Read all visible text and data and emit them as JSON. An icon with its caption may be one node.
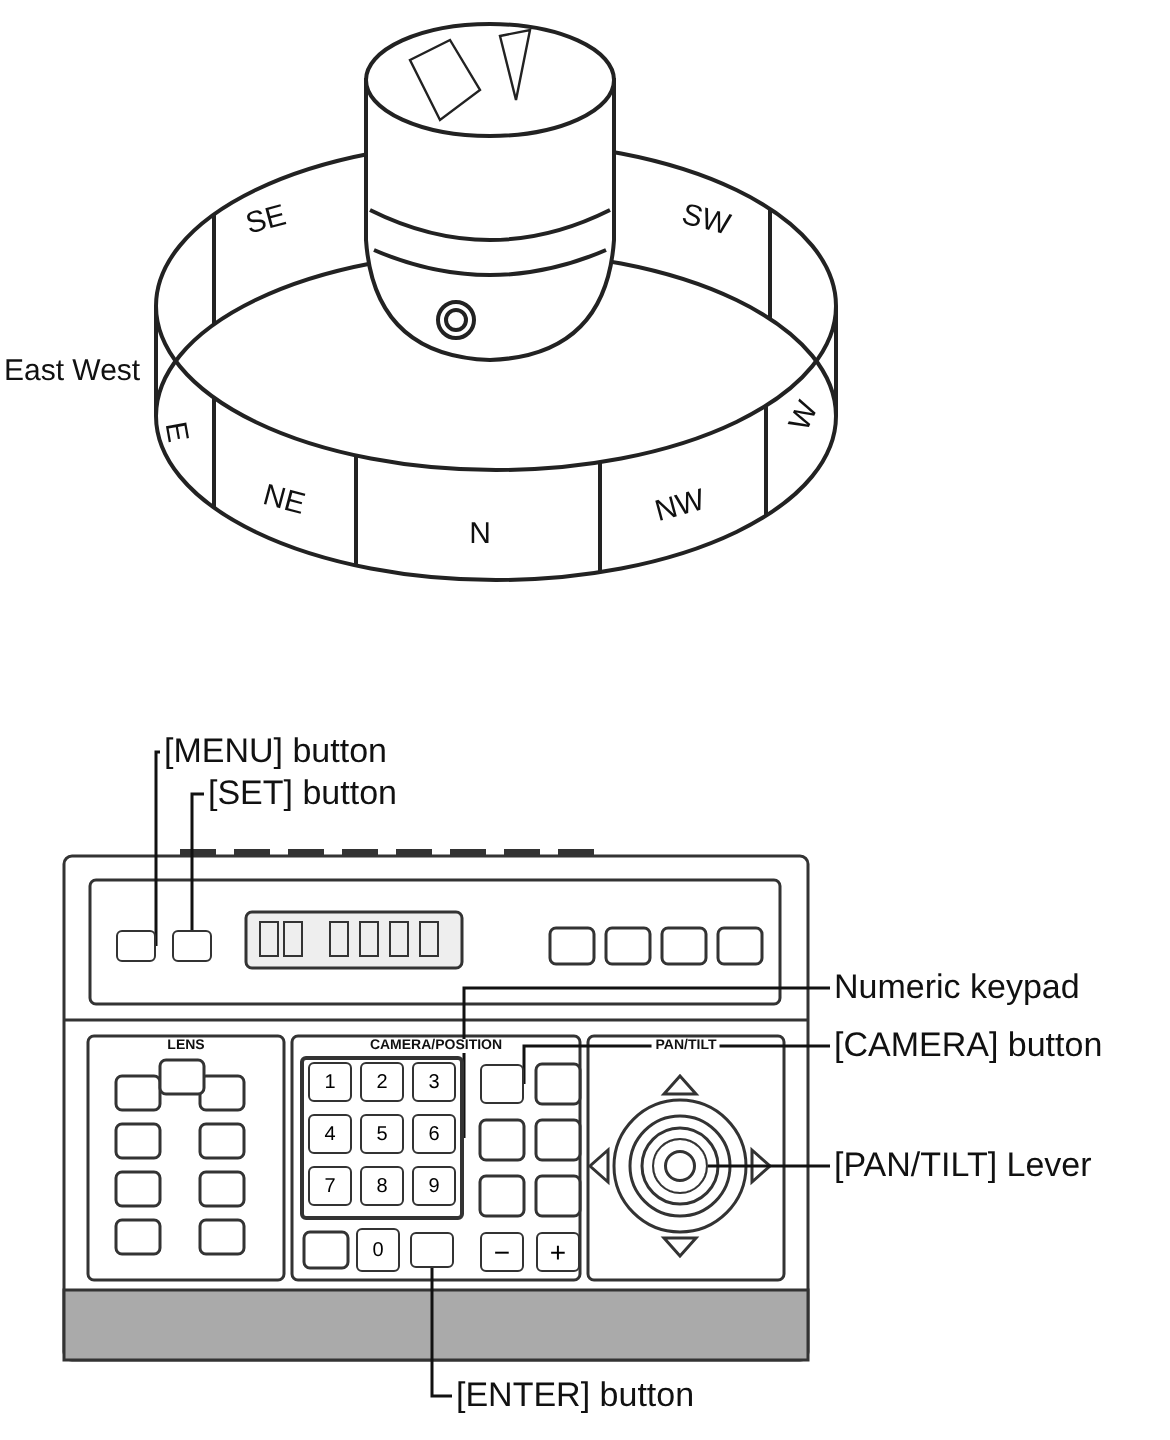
{
  "diagram": {
    "nodes": [
      {
        "text": [
          "[MENU] button"
        ]
      },
      {
        "text": [],
        "shape": "box"
      },
      {
        "text": [
          "[SET] button"
        ]
      },
      {
        "text": [],
        "shape": "box"
      },
      {
        "text": [
          "Numeric keypad"
        ]
      },
      {
        "text": [],
        "shape": "box"
      },
      {
        "text": [
          "[CAMERA] button"
        ]
      },
      {
        "text": [],
        "shape": "box"
      },
      {
        "text": [
          "[PAN/TILT] Lever"
        ]
      },
      {
        "text": [],
        "shape": "circle"
      },
      {
        "text": [
          "[ENTER] button"
        ]
      },
      {
        "text": [],
        "shape": "box"
      }
    ],
    "edges": [
      {
        "from": 0,
        "to": 1,
        "arrow": "none"
      },
      {
        "from": 2,
        "to": 3,
        "arrow": "none"
      },
      {
        "from": 4,
        "to": 5,
        "arrow": "none"
      },
      {
        "from": 6,
        "to": 7,
        "arrow": "none"
      },
      {
        "from": 8,
        "to": 9,
        "arrow": "none"
      },
      {
        "from": 10,
        "to": 11,
        "arrow": "none"
      }
    ],
    "labels": [
      "SE",
      "SW",
      "East West",
      "E",
      "NE",
      "N",
      "NW",
      "W",
      "LENS",
      "CAMERA/POSITION",
      "PAN/TILT",
      "1",
      "2",
      "3",
      "4",
      "5",
      "6",
      "7",
      "8",
      "9",
      "0",
      "−",
      "+"
    ]
  }
}
